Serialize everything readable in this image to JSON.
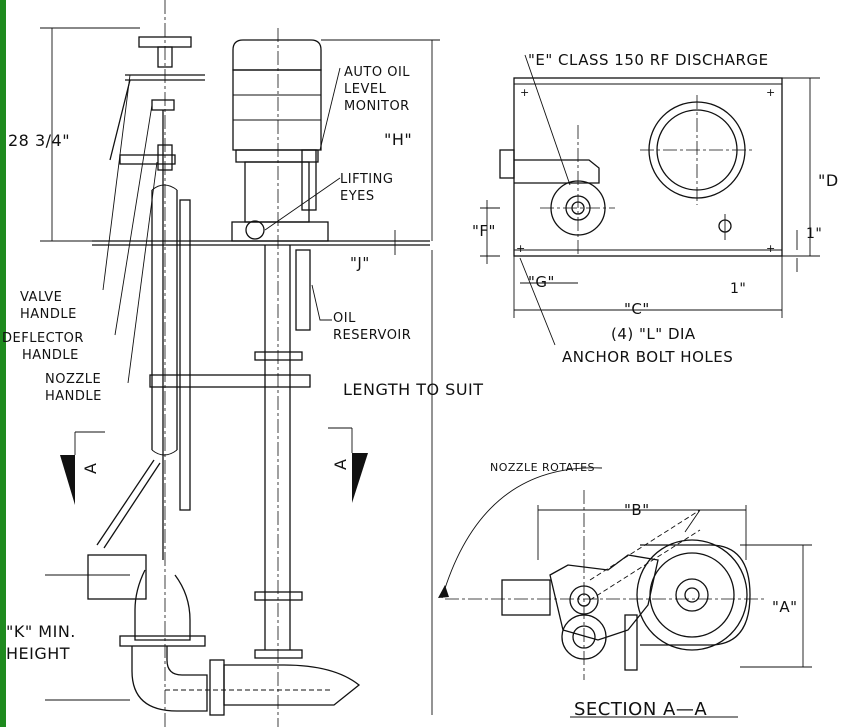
{
  "labels": {
    "dim_28": "28  3/4\"",
    "auto_oil_1": "AUTO OIL",
    "auto_oil_2": "LEVEL",
    "auto_oil_3": "MONITOR",
    "dim_h": "\"H\"",
    "lifting_1": "LIFTING",
    "lifting_2": "EYES",
    "dim_j": "\"J\"",
    "valve_1": "VALVE",
    "valve_2": "HANDLE",
    "deflector_1": "DEFLECTOR",
    "deflector_2": "HANDLE",
    "nozzle_1": "NOZZLE",
    "nozzle_2": "HANDLE",
    "oil_res_1": "OIL",
    "oil_res_2": "RESERVOIR",
    "length": "LENGTH TO SUIT",
    "section_a_left": "A",
    "section_a_right": "A",
    "k_min_1": "\"K\" MIN.",
    "k_min_2": "HEIGHT",
    "discharge": "\"E\" CLASS 150 RF DISCHARGE",
    "dim_d": "\"D",
    "dim_1_right": "1\"",
    "dim_f": "\"F\"",
    "dim_g": "\"G\"",
    "dim_1_bottom": "1\"",
    "dim_c": "\"C\"",
    "anchor_1": "(4)  \"L\"  DIA",
    "anchor_2": "ANCHOR  BOLT  HOLES",
    "nozzle_rotates": "NOZZLE ROTATES",
    "dim_b": "\"B\"",
    "dim_a": "\"A\"",
    "section_title": "SECTION  A—A"
  },
  "colors": {
    "frame_bar": "#1e8a1e",
    "ink": "#111111"
  }
}
